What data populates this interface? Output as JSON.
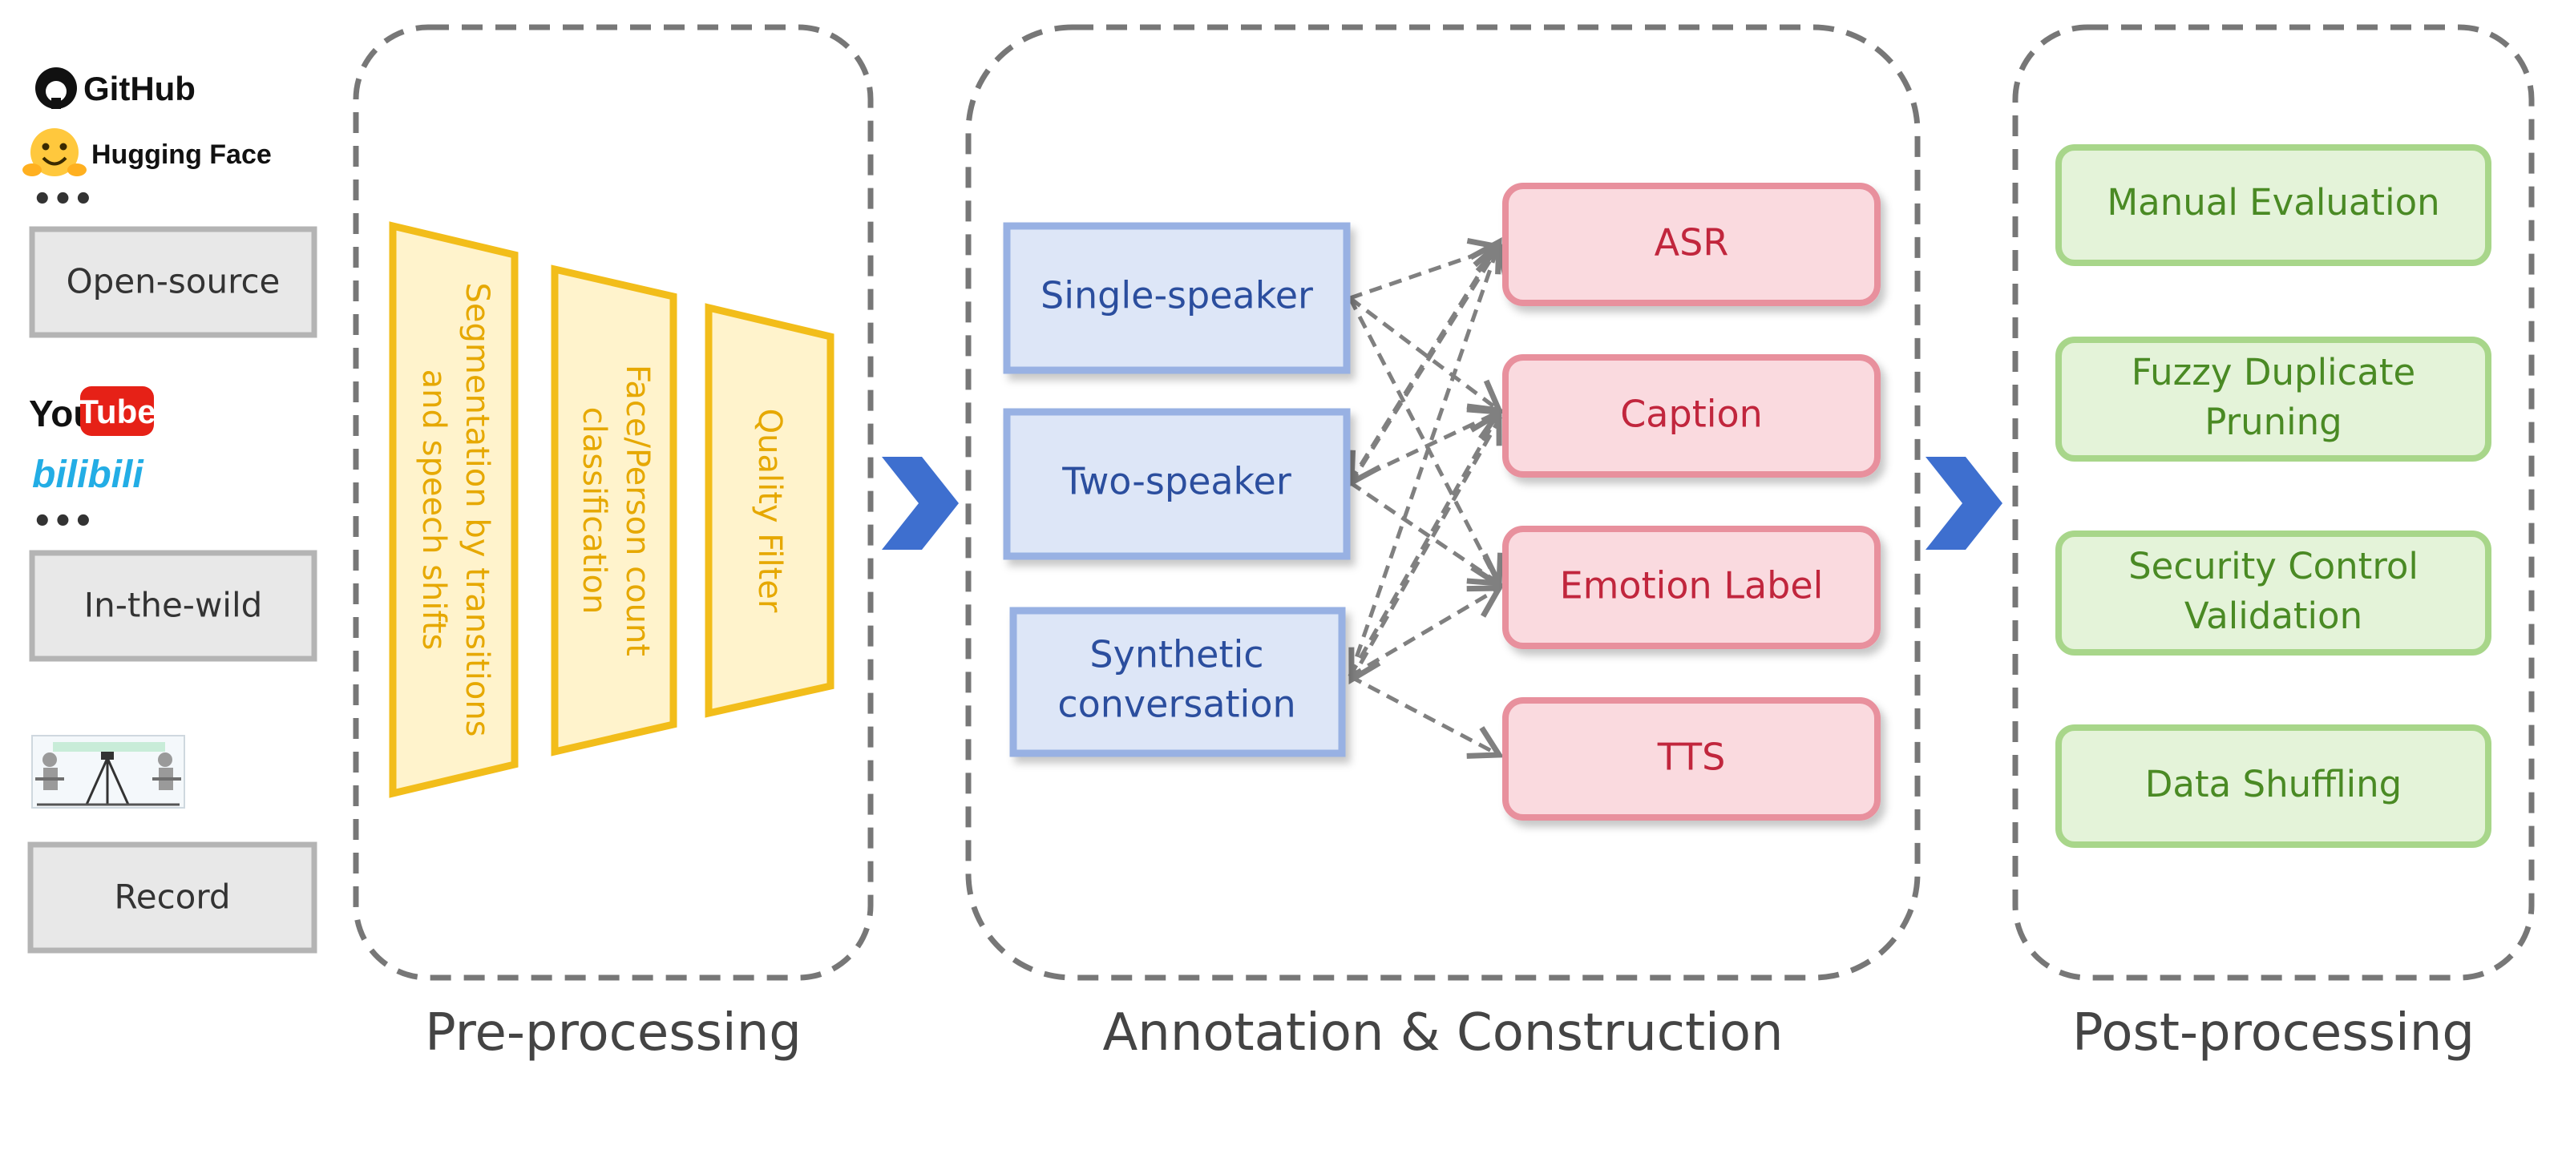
{
  "sources": {
    "logos": {
      "github": "GitHub",
      "huggingface": "Hugging Face",
      "youtube_you": "You",
      "youtube_tube": "Tube",
      "bilibili": "bilibili"
    },
    "ellipsis": "•••",
    "open_source": "Open-source",
    "in_the_wild": "In-the-wild",
    "record": "Record"
  },
  "preprocessing": {
    "label": "Pre-processing",
    "steps": [
      {
        "line1": "Segmentation by transitions",
        "line2": "and speech shifts"
      },
      {
        "line1": "Face/Person count",
        "line2": "classification"
      },
      {
        "line1": "Quality Filter",
        "line2": ""
      }
    ]
  },
  "annotation": {
    "label": "Annotation & Construction",
    "inputs": [
      {
        "line1": "Single-speaker",
        "line2": ""
      },
      {
        "line1": "Two-speaker",
        "line2": ""
      },
      {
        "line1": "Synthetic",
        "line2": "conversation"
      }
    ],
    "tasks": [
      "ASR",
      "Caption",
      "Emotion Label",
      "TTS"
    ]
  },
  "postprocessing": {
    "label": "Post-processing",
    "steps": [
      {
        "line1": "Manual Evaluation",
        "line2": ""
      },
      {
        "line1": "Fuzzy Duplicate",
        "line2": "Pruning"
      },
      {
        "line1": "Security Control",
        "line2": "Validation"
      },
      {
        "line1": "Data Shuffling",
        "line2": ""
      }
    ]
  },
  "colors": {
    "funnel_fill": "#fff3cc",
    "funnel_stroke": "#f2bd1a",
    "blue_fill": "#dde6f7",
    "blue_text": "#2b4e9e",
    "pink_fill": "#fadadf",
    "pink_text": "#c1263d",
    "green_fill": "#e4f3d9",
    "green_text": "#4a8a24",
    "chevron": "#3e6fcf"
  }
}
